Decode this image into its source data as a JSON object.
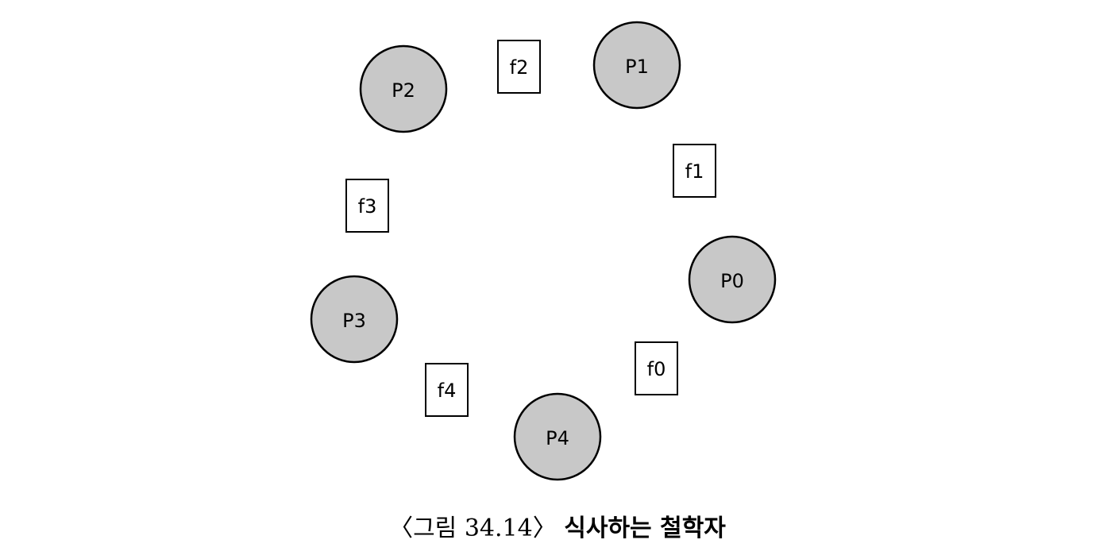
{
  "diagram": {
    "colors": {
      "philosopher_fill": "#c8c8c8",
      "outline": "#000000",
      "fork_fill": "#ffffff"
    },
    "philosophers": {
      "p0": "P0",
      "p1": "P1",
      "p2": "P2",
      "p3": "P3",
      "p4": "P4"
    },
    "forks": {
      "f0": "f0",
      "f1": "f1",
      "f2": "f2",
      "f3": "f3",
      "f4": "f4"
    }
  },
  "caption": {
    "number": "〈그림 34.14〉",
    "title": "식사하는 철학자"
  }
}
